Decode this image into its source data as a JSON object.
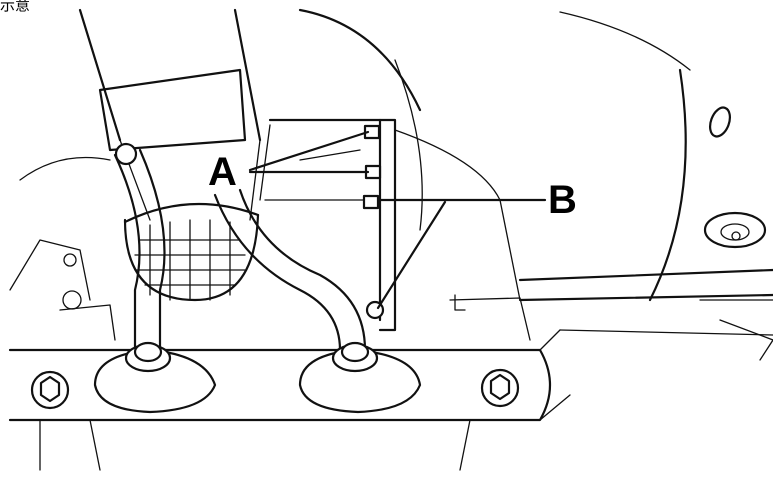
{
  "corner_text": "示意",
  "callouts": [
    {
      "id": "A",
      "label": "A"
    },
    {
      "id": "B",
      "label": "B"
    }
  ],
  "colors": {
    "line": "#111111",
    "background": "#ffffff"
  }
}
